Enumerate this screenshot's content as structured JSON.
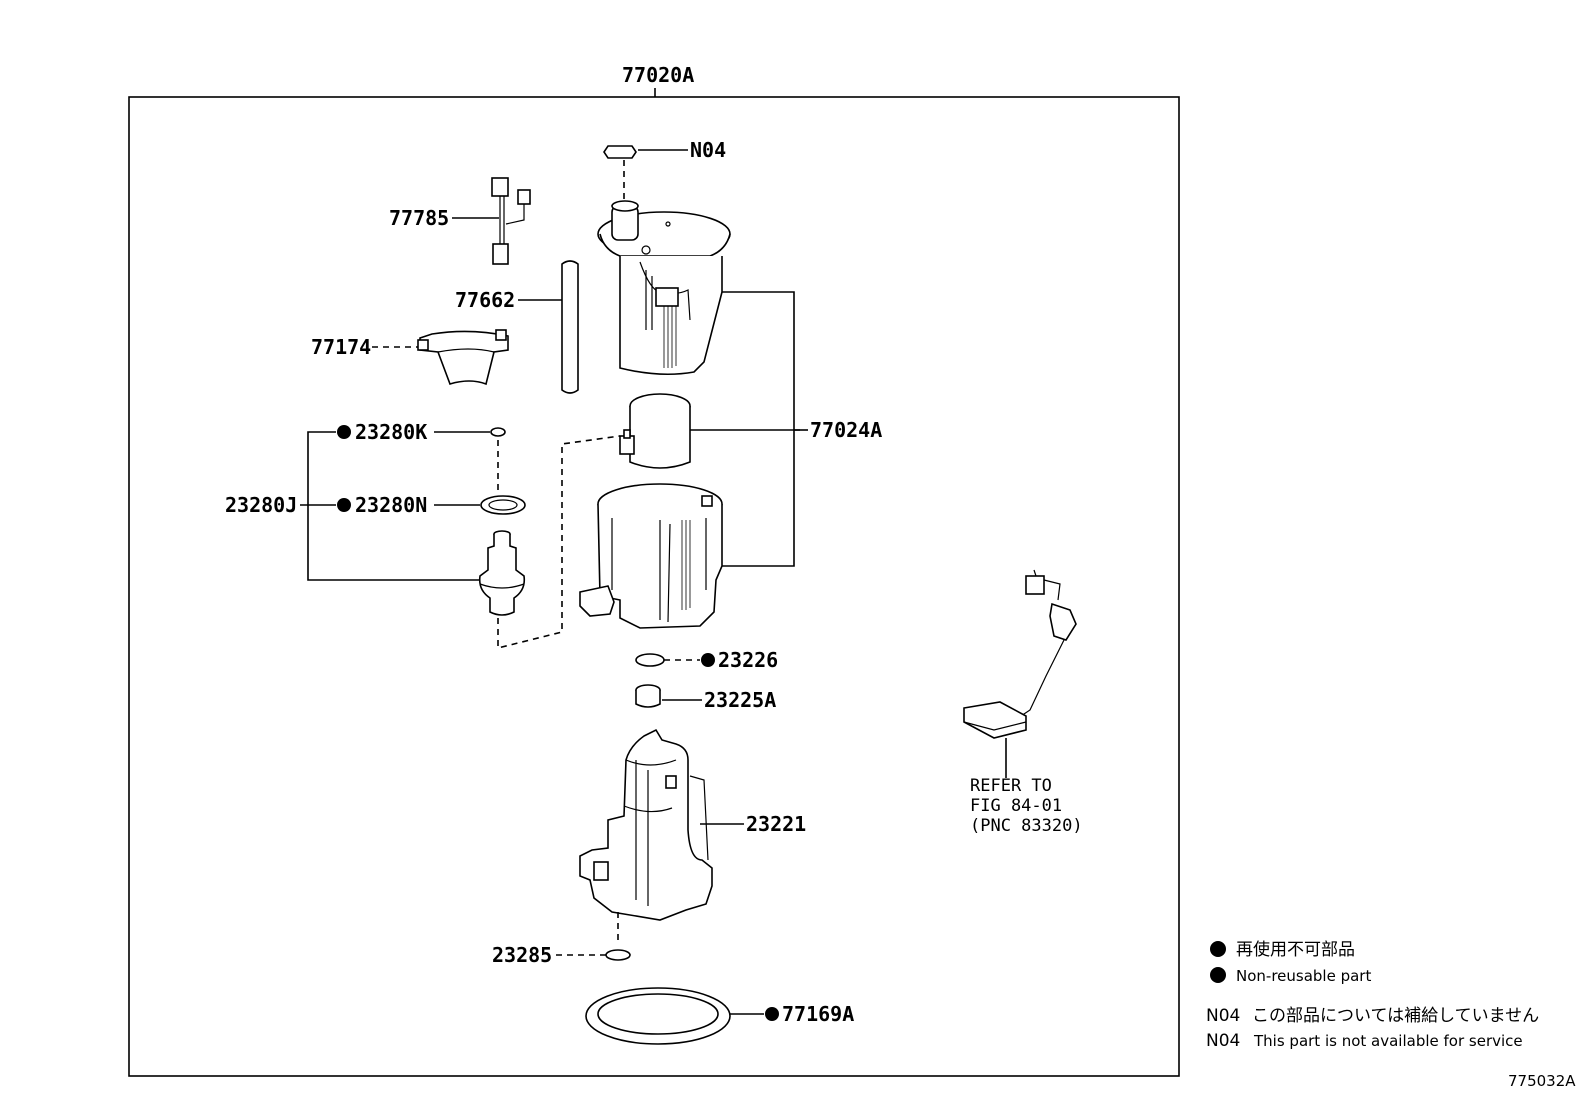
{
  "diagram": {
    "assembly_label": "77020A",
    "figure_id": "775032A",
    "parts": [
      {
        "id": "N04",
        "label": "N04",
        "non_reusable": false
      },
      {
        "id": "77785",
        "label": "77785",
        "non_reusable": false
      },
      {
        "id": "77662",
        "label": "77662",
        "non_reusable": false
      },
      {
        "id": "77174",
        "label": "77174",
        "non_reusable": false
      },
      {
        "id": "23280K",
        "label": "23280K",
        "non_reusable": true
      },
      {
        "id": "23280J",
        "label": "23280J",
        "non_reusable": false
      },
      {
        "id": "23280N",
        "label": "23280N",
        "non_reusable": true
      },
      {
        "id": "77024A",
        "label": "77024A",
        "non_reusable": false
      },
      {
        "id": "23226",
        "label": "23226",
        "non_reusable": true
      },
      {
        "id": "23225A",
        "label": "23225A",
        "non_reusable": false
      },
      {
        "id": "23221",
        "label": "23221",
        "non_reusable": false
      },
      {
        "id": "23285",
        "label": "23285",
        "non_reusable": false
      },
      {
        "id": "77169A",
        "label": "77169A",
        "non_reusable": true
      }
    ],
    "refer": {
      "line1": "REFER TO",
      "line2": "FIG 84-01",
      "line3": "(PNC 83320)"
    }
  },
  "legend": {
    "bullet_jp": "再使用不可部品",
    "bullet_en": "Non-reusable part",
    "n04_code_1": "N04",
    "n04_jp": "この部品については補給していません",
    "n04_code_2": "N04",
    "n04_en": "This part is not available for service"
  }
}
